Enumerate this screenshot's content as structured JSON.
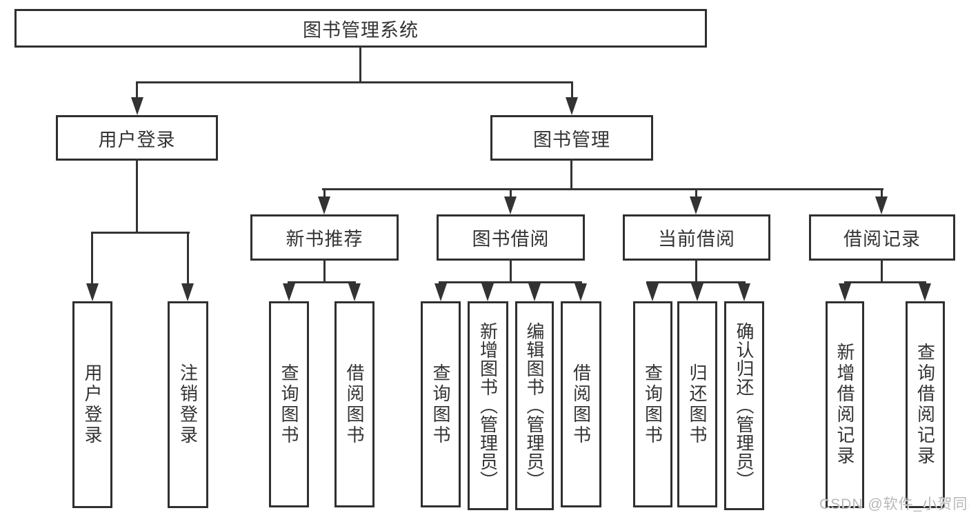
{
  "colors": {
    "line": "#333333",
    "box_border": "#2f2f2f",
    "text": "#333333",
    "background": "#ffffff",
    "watermark": "#aaaaaa"
  },
  "watermark": "CSDN @软件_小贺同学",
  "tree": {
    "root": "图书管理系统",
    "user": {
      "label": "用户登录",
      "children": [
        "用户登录",
        "注销登录"
      ]
    },
    "book": {
      "label": "图书管理",
      "modules": [
        {
          "label": "新书推荐",
          "children": [
            "查询图书",
            "借阅图书"
          ]
        },
        {
          "label": "图书借阅",
          "children": [
            "查询图书",
            "新增图书（管理员）",
            "编辑图书（管理员）",
            "借阅图书"
          ]
        },
        {
          "label": "当前借阅",
          "children": [
            "查询图书",
            "归还图书",
            "确认归还（管理员）"
          ]
        },
        {
          "label": "借阅记录",
          "children": [
            "新增借阅记录",
            "查询借阅记录"
          ]
        }
      ]
    }
  }
}
